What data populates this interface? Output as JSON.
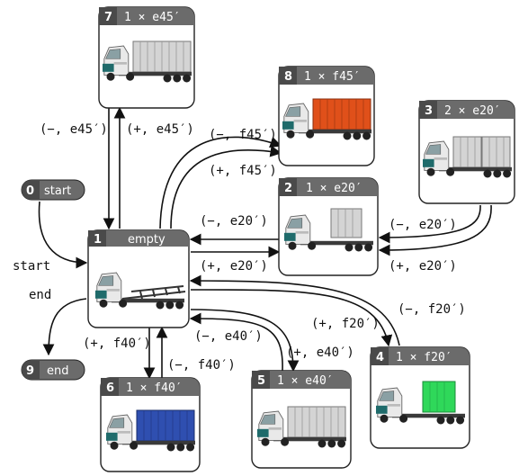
{
  "nodes": [
    {
      "id": "7",
      "title": "1 × e45′",
      "truck": "gray-45"
    },
    {
      "id": "8",
      "title": "1 × f45′",
      "truck": "orange-45"
    },
    {
      "id": "3",
      "title": "2 × e20′",
      "truck": "gray-2x20"
    },
    {
      "id": "2",
      "title": "1 × e20′",
      "truck": "gray-20"
    },
    {
      "id": "1",
      "title": "empty",
      "truck": "empty"
    },
    {
      "id": "6",
      "title": "1 × f40′",
      "truck": "blue-40"
    },
    {
      "id": "5",
      "title": "1 × e40′",
      "truck": "gray-40"
    },
    {
      "id": "4",
      "title": "1 × f20′",
      "truck": "green-20"
    }
  ],
  "pills": [
    {
      "id": "0",
      "title": "start"
    },
    {
      "id": "9",
      "title": "end"
    }
  ],
  "edge_labels": {
    "minus_e45": "(−, e45′)",
    "plus_e45": "(+, e45′)",
    "minus_f45": "(−, f45′)",
    "plus_f45": "(+, f45′)",
    "minus_e20_top": "(−, e20′)",
    "plus_e20_top": "(+, e20′)",
    "minus_e20_right": "(−, e20′)",
    "plus_e20_right": "(+, e20′)",
    "plus_f20": "(+, f20′)",
    "minus_f20": "(−, f20′)",
    "minus_e40": "(−, e40′)",
    "plus_e40": "(+, e40′)",
    "plus_f40": "(+, f40′)",
    "minus_f40": "(−, f40′)",
    "start": "start",
    "end": "end"
  },
  "colors": {
    "header": "#6b6b6b",
    "header_num": "#4a4a4a",
    "orange": "#e0501a",
    "blue": "#2f4fb0",
    "green": "#2fd85a",
    "gray": "#d4d4d4"
  }
}
